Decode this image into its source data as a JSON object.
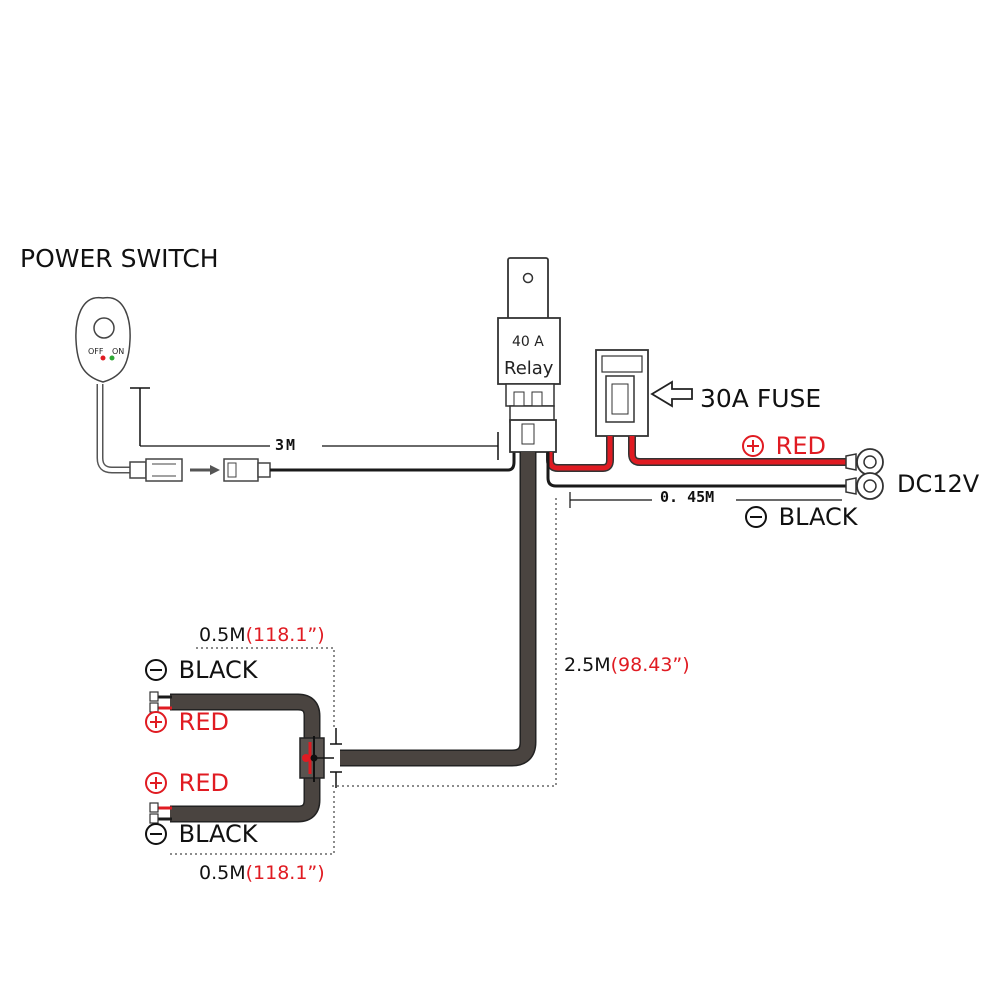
{
  "labels": {
    "power_switch": "POWER SWITCH",
    "switch_off": "OFF",
    "switch_on": "ON",
    "relay_rating": "40 A",
    "relay_name": "Relay",
    "fuse": "30A FUSE",
    "dc_voltage": "DC12V",
    "supply_red": "RED",
    "supply_black": "BLACK",
    "switch_cable_length": "3M",
    "battery_black_length": "0. 45M",
    "main_cable_length": "2.5M",
    "main_cable_length_inch": "(98.43”)",
    "upper_branch_length": "0.5M",
    "upper_branch_length_inch": "(118.1”)",
    "lower_branch_length": "0.5M",
    "lower_branch_length_inch": "(118.1”)",
    "light_black_top": "BLACK",
    "light_red_top": "RED",
    "light_red_bottom": "RED",
    "light_black_bottom": "BLACK"
  },
  "colors": {
    "red_wire": "#e01b22",
    "black_wire": "#1a1a1a",
    "cable_jacket": "#4a4440",
    "outline": "#333333"
  },
  "icons": {
    "positive": "plus-circle-icon",
    "negative": "minus-circle-icon",
    "fuse_pointer": "hollow-arrow-left-icon"
  }
}
